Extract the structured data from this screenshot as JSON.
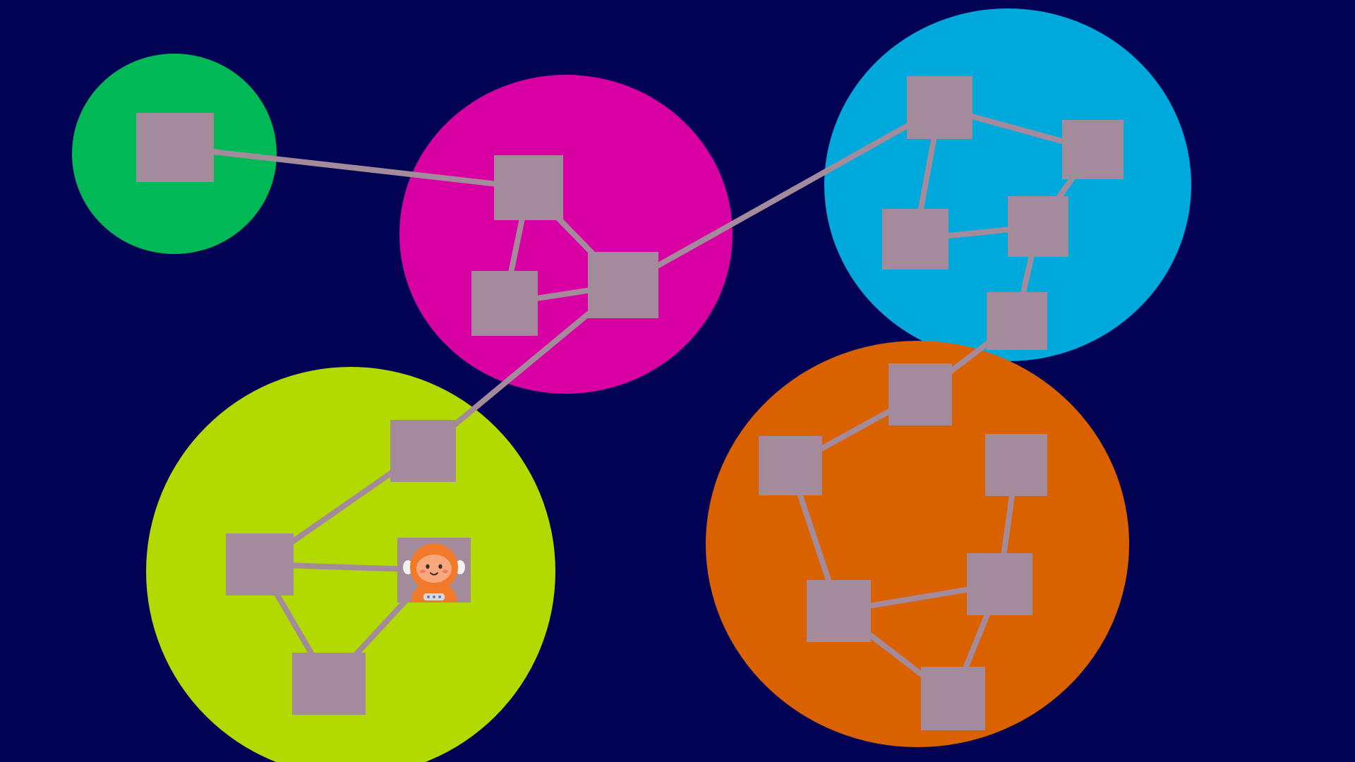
{
  "colors": {
    "background": "#020254",
    "node": "#a48b9c",
    "edge": "#a48b9c"
  },
  "clusters": [
    {
      "id": "green-cluster",
      "color": "#00b956"
    },
    {
      "id": "magenta-cluster",
      "color": "#d900a3"
    },
    {
      "id": "cyan-cluster",
      "color": "#00a9dc"
    },
    {
      "id": "orange-cluster",
      "color": "#d96100"
    },
    {
      "id": "lime-cluster",
      "color": "#b2d900"
    }
  ],
  "nodes": [
    {
      "id": "n1",
      "cluster": "green-cluster"
    },
    {
      "id": "n2",
      "cluster": "magenta-cluster"
    },
    {
      "id": "n3",
      "cluster": "magenta-cluster"
    },
    {
      "id": "n4",
      "cluster": "magenta-cluster"
    },
    {
      "id": "n5",
      "cluster": "cyan-cluster"
    },
    {
      "id": "n6",
      "cluster": "cyan-cluster"
    },
    {
      "id": "n7",
      "cluster": "cyan-cluster"
    },
    {
      "id": "n8",
      "cluster": "cyan-cluster"
    },
    {
      "id": "n9",
      "cluster": "cyan-cluster"
    },
    {
      "id": "n10",
      "cluster": "orange-cluster"
    },
    {
      "id": "n11",
      "cluster": "orange-cluster"
    },
    {
      "id": "n12",
      "cluster": "orange-cluster"
    },
    {
      "id": "n13",
      "cluster": "orange-cluster"
    },
    {
      "id": "n14",
      "cluster": "orange-cluster"
    },
    {
      "id": "n15",
      "cluster": "orange-cluster"
    },
    {
      "id": "n16",
      "cluster": "lime-cluster"
    },
    {
      "id": "n17",
      "cluster": "lime-cluster"
    },
    {
      "id": "n18",
      "cluster": "lime-cluster",
      "occupant": "astronaut-avatar"
    },
    {
      "id": "n19",
      "cluster": "lime-cluster"
    }
  ],
  "edges": [
    [
      "n1",
      "n2"
    ],
    [
      "n2",
      "n3"
    ],
    [
      "n2",
      "n4"
    ],
    [
      "n3",
      "n4"
    ],
    [
      "n4",
      "n5"
    ],
    [
      "n4",
      "n16"
    ],
    [
      "n5",
      "n6"
    ],
    [
      "n5",
      "n7"
    ],
    [
      "n6",
      "n8"
    ],
    [
      "n7",
      "n8"
    ],
    [
      "n8",
      "n9"
    ],
    [
      "n9",
      "n10"
    ],
    [
      "n10",
      "n11"
    ],
    [
      "n11",
      "n13"
    ],
    [
      "n12",
      "n14"
    ],
    [
      "n13",
      "n14"
    ],
    [
      "n13",
      "n15"
    ],
    [
      "n14",
      "n15"
    ],
    [
      "n16",
      "n17"
    ],
    [
      "n17",
      "n18"
    ],
    [
      "n17",
      "n19"
    ],
    [
      "n18",
      "n19"
    ]
  ],
  "player": {
    "node": "n18",
    "icon": "astronaut-icon"
  }
}
